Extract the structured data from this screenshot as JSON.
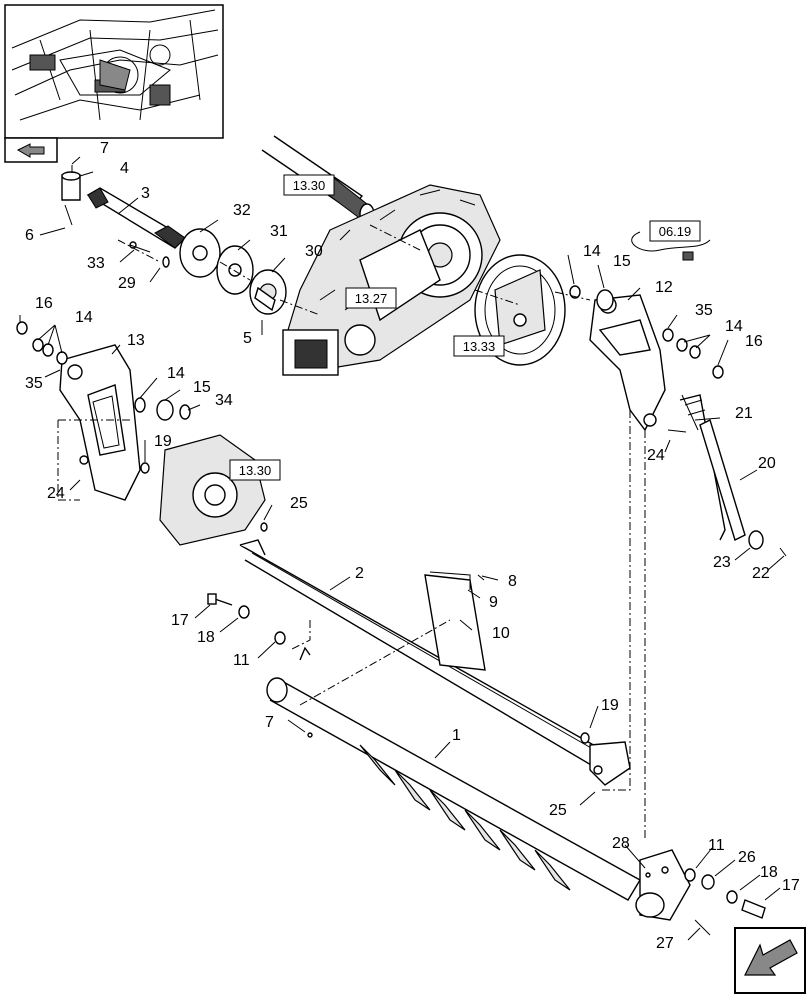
{
  "refs": [
    "13.30",
    "13.27",
    "13.33",
    "06.19",
    "13.30"
  ],
  "callouts": [
    "7",
    "4",
    "3",
    "6",
    "32",
    "31",
    "30",
    "33",
    "29",
    "5",
    "16",
    "14",
    "35",
    "13",
    "14",
    "15",
    "34",
    "19",
    "24",
    "25",
    "14",
    "15",
    "12",
    "35",
    "14",
    "16",
    "21",
    "24",
    "20",
    "23",
    "22",
    "2",
    "8",
    "9",
    "10",
    "17",
    "18",
    "11",
    "7",
    "1",
    "19",
    "25",
    "28",
    "11",
    "26",
    "18",
    "17",
    "27"
  ]
}
